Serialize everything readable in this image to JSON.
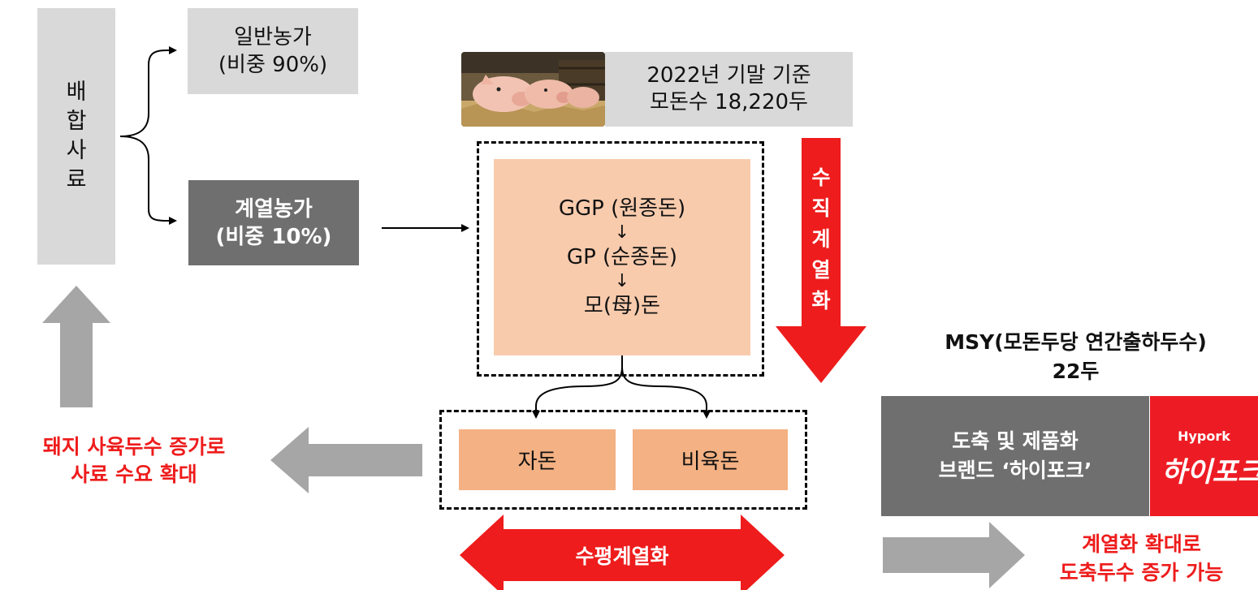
{
  "feed": {
    "label_chars": [
      "배",
      "합",
      "사",
      "료"
    ]
  },
  "general_farm": {
    "line1": "일반농가",
    "line2": "(비중 90%)"
  },
  "integrated_farm": {
    "line1": "계열농가",
    "line2": "(비중 10%)"
  },
  "sow_count": {
    "line1": "2022년 기말 기준",
    "line2": "모돈수 18,220두"
  },
  "breeding": {
    "line1": "GGP (원종돈)",
    "arrow1": "↓",
    "line2": "GP (순종돈)",
    "arrow2": "↓",
    "line3": "모(母)돈"
  },
  "vertical_integration": {
    "chars": [
      "수",
      "직",
      "계",
      "열",
      "화"
    ]
  },
  "offspring": {
    "left": "자돈",
    "right": "비육돈"
  },
  "horizontal_integration": {
    "label": "수평계열화"
  },
  "demand": {
    "line1": "돼지 사육두수 증가로",
    "line2": "사료 수요 확대"
  },
  "msy": {
    "line1": "MSY(모돈두당 연간출하두수)",
    "line2": "22두"
  },
  "brand": {
    "line1": "도축 및 제품화",
    "line2": "브랜드 ‘하이포크’",
    "logo_en": "Hypork",
    "logo_kr": "하이포크"
  },
  "expansion": {
    "line1": "계열화 확대로",
    "line2": "도축두수 증가 가능"
  },
  "colors": {
    "red": "#ee1c1c",
    "dark_gray": "#6f6f6f",
    "light_gray": "#d9d9d9",
    "arrow_gray": "#a6a6a6",
    "peach": "#f8cbad",
    "peach_dark": "#f4b183",
    "logo_red": "#ed1c24"
  }
}
